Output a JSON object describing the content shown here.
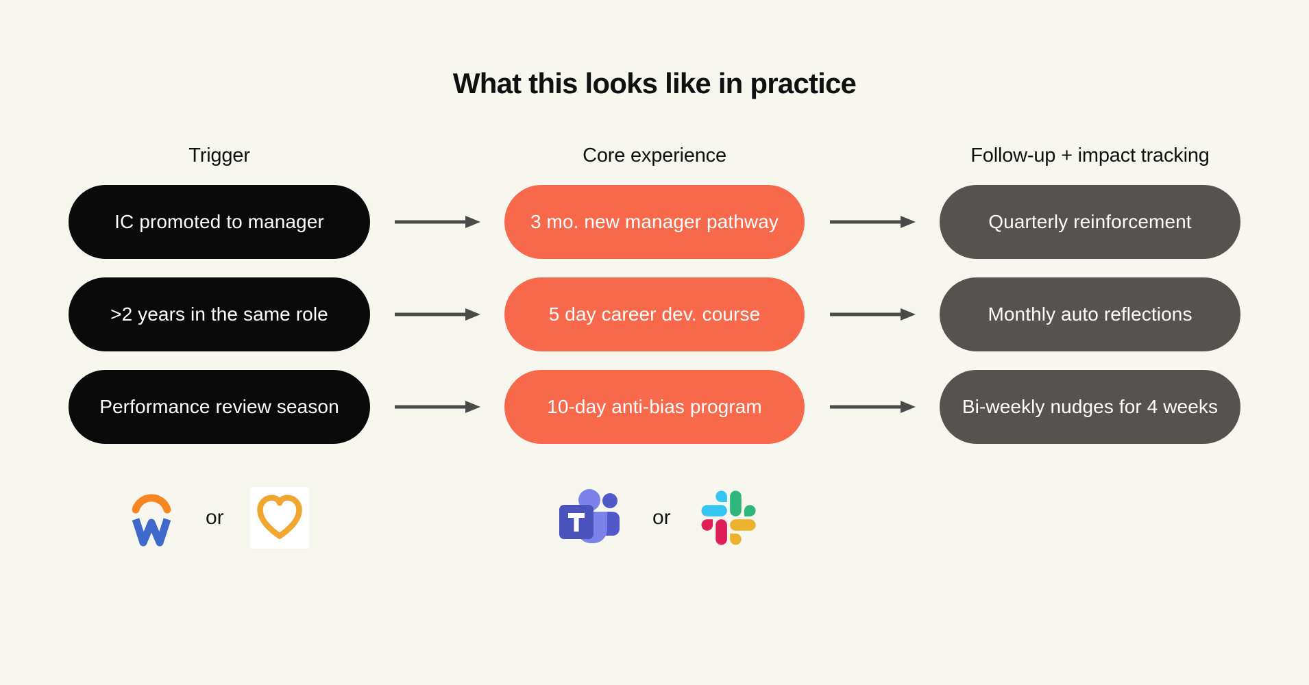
{
  "title": "What this looks like in practice",
  "columns": {
    "trigger": {
      "header": "Trigger",
      "pills": [
        "IC promoted to manager",
        ">2 years in the same role",
        "Performance review season"
      ]
    },
    "core": {
      "header": "Core experience",
      "pills": [
        "3 mo. new manager pathway",
        "5 day career dev. course",
        "10-day anti-bias program"
      ]
    },
    "followup": {
      "header": "Follow-up + impact tracking",
      "pills": [
        "Quarterly reinforcement",
        "Monthly auto reflections",
        "Bi-weekly nudges for 4 weeks"
      ]
    }
  },
  "logos": {
    "trigger_integrations": {
      "first_icon": "workday-logo",
      "separator": "or",
      "second_icon": "heart-logo"
    },
    "delivery_channels": {
      "first_icon": "microsoft-teams-logo",
      "separator": "or",
      "second_icon": "slack-logo"
    }
  },
  "colors": {
    "background": "#F7F7F0",
    "heading_text": "#101010",
    "pill_text": "#FFFFFF",
    "trigger_pill": "#0A0A0A",
    "core_pill": "#F8694B",
    "followup_pill": "#555250",
    "arrow": "#4A4A48",
    "workday_orange": "#F6861F",
    "workday_blue": "#3E68CA",
    "heart_amber": "#F0A630",
    "teams_purple": "#7B83EB",
    "teams_purple_dark": "#5059C9",
    "teams_square": "#4B53BC",
    "slack_blue": "#36C5F0",
    "slack_green": "#2EB67D",
    "slack_yellow": "#ECB22E",
    "slack_red": "#E01E5A"
  }
}
